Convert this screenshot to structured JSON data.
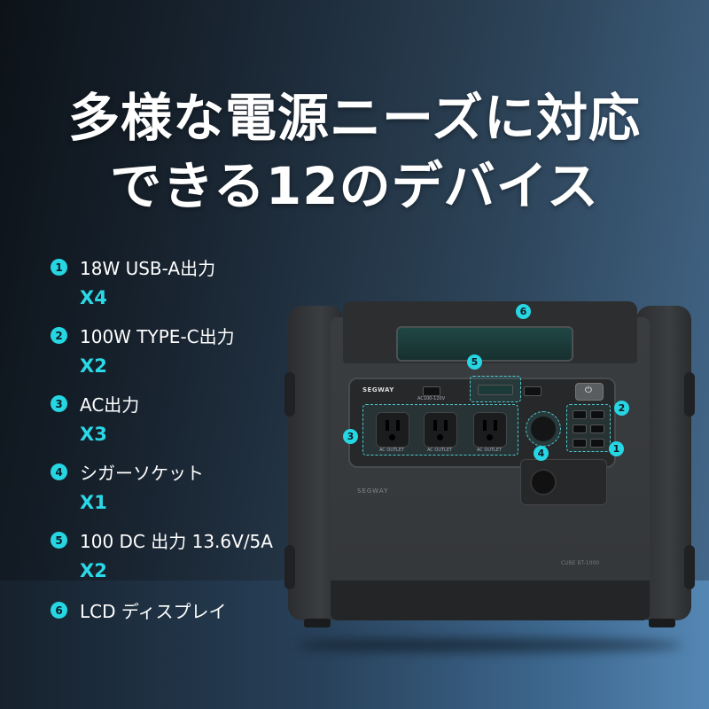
{
  "headline": {
    "line1": "多様な電源ニーズに対応",
    "line2": "できる12のデバイス"
  },
  "features": [
    {
      "num": "1",
      "label": "18W USB-A出力",
      "qty": "X4"
    },
    {
      "num": "2",
      "label": "100W TYPE-C出力",
      "qty": "X2"
    },
    {
      "num": "3",
      "label": "AC出力",
      "qty": "X3"
    },
    {
      "num": "4",
      "label": "シガーソケット",
      "qty": "X1"
    },
    {
      "num": "5",
      "label": "100 DC 出力 13.6V/5A",
      "qty": "X2"
    },
    {
      "num": "6",
      "label": "LCD ディスプレイ",
      "qty": ""
    }
  ],
  "device": {
    "brand": "SEGWAY",
    "model": "CUBE  BT-1000",
    "ac_rating": "AC100-120V",
    "outlet_label_1": "AC OUTLET",
    "outlet_label_2": "AC OUTLET",
    "outlet_label_3": "AC OUTLET",
    "callouts": [
      "1",
      "2",
      "3",
      "4",
      "5",
      "6"
    ]
  },
  "colors": {
    "accent": "#27d6e3",
    "qty": "#2ad8e6",
    "text": "#ffffff"
  }
}
